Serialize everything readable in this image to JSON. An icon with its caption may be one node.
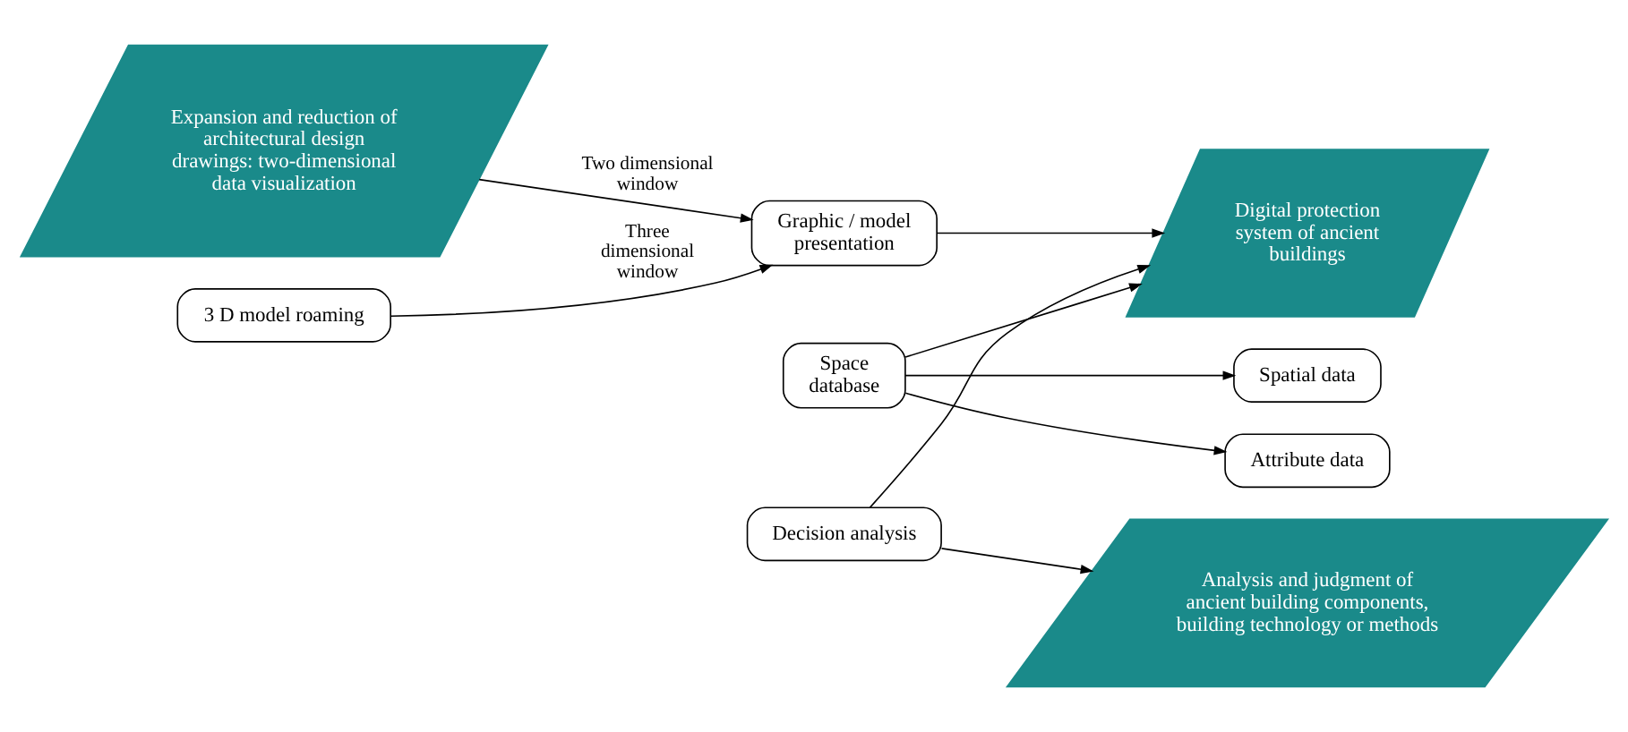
{
  "diagram": {
    "nodes": [
      {
        "text": [
          "Expansion and reduction of architectural design drawings: two-dimensional data visualization"
        ]
      },
      {
        "text": [
          "Space database"
        ]
      },
      {
        "text": [
          "Spatial data"
        ]
      },
      {
        "text": [
          "Attribute data"
        ]
      },
      {
        "text": [
          "Graphic / model presentation"
        ]
      },
      {
        "text": [
          "Digital protection system of ancient buildings"
        ]
      },
      {
        "text": [
          "Decision analysis"
        ]
      },
      {
        "text": [
          "Analysis and judgment of ancient building components, building technology or methods"
        ]
      },
      {
        "text": [
          "3 D model roaming"
        ]
      }
    ],
    "edges": [
      {
        "from": 0,
        "to": 4,
        "arrow": "to",
        "label": "Two dimensional window"
      },
      {
        "from": 1,
        "to": 2,
        "arrow": "to"
      },
      {
        "from": 1,
        "to": 3,
        "arrow": "to"
      },
      {
        "from": 1,
        "to": 5,
        "arrow": "to"
      },
      {
        "from": 4,
        "to": 5,
        "arrow": "to"
      },
      {
        "from": 6,
        "to": 5,
        "arrow": "to"
      },
      {
        "from": 6,
        "to": 7,
        "arrow": "to"
      },
      {
        "from": 8,
        "to": 4,
        "arrow": "to",
        "label": "Three dimensional window"
      }
    ]
  }
}
